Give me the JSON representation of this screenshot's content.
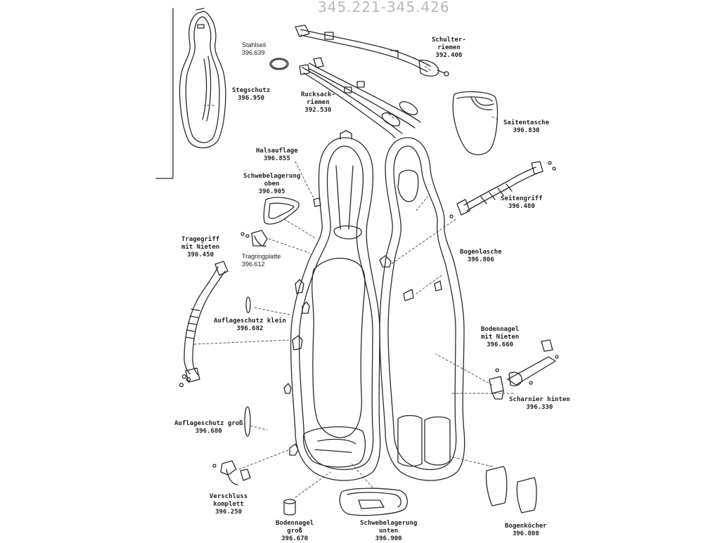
{
  "title": "345.221-345.426",
  "parts": {
    "stahlseil": {
      "name": "Stahlseil",
      "code": "396.639"
    },
    "stegschutz": {
      "name": "Stegschutz",
      "code": "396.950"
    },
    "schulterriemen": {
      "name1": "Schulter-",
      "name2": "riemen",
      "code": "392.400"
    },
    "rucksackriemen": {
      "name1": "Rucksack-",
      "name2": "riemen",
      "code": "392.530"
    },
    "saitentasche": {
      "name": "Saitentasche",
      "code": "396.830"
    },
    "halsauflage": {
      "name": "Halsauflage",
      "code": "396.855"
    },
    "schwebelagerung_oben": {
      "name1": "Schwebelagerung",
      "name2": "oben",
      "code": "396.905"
    },
    "seitengriff": {
      "name": "Seitengriff",
      "code": "396.480"
    },
    "tragegriff": {
      "name1": "Tragegriff",
      "name2": "mit Nieten",
      "code": "396.450"
    },
    "tragringplatte": {
      "name": "Tragringplatte",
      "code": "396.612"
    },
    "bogenlasche": {
      "name": "Bogenlasche",
      "code": "396.806"
    },
    "auflageschutz_klein": {
      "name": "Auflageschutz klein",
      "code": "396.682"
    },
    "bodennagel_nieten": {
      "name1": "Bodennagel",
      "name2": "mit Nieten",
      "code": "396.660"
    },
    "scharnier": {
      "name": "Scharnier hinten",
      "code": "396.330"
    },
    "auflageschutz_gross": {
      "name": "Auflageschutz groß",
      "code": "396.680"
    },
    "verschluss": {
      "name1": "Verschluss",
      "name2": "komplett",
      "code": "396.250"
    },
    "bodennagel_gross": {
      "name1": "Bodennagel",
      "name2": "groß",
      "code": "396.670"
    },
    "schwebelagerung_unten": {
      "name1": "Schwebelagerung",
      "name2": "unten",
      "code": "396.900"
    },
    "bogenkoecher": {
      "name": "Bogenköcher",
      "code": "396.808"
    }
  }
}
